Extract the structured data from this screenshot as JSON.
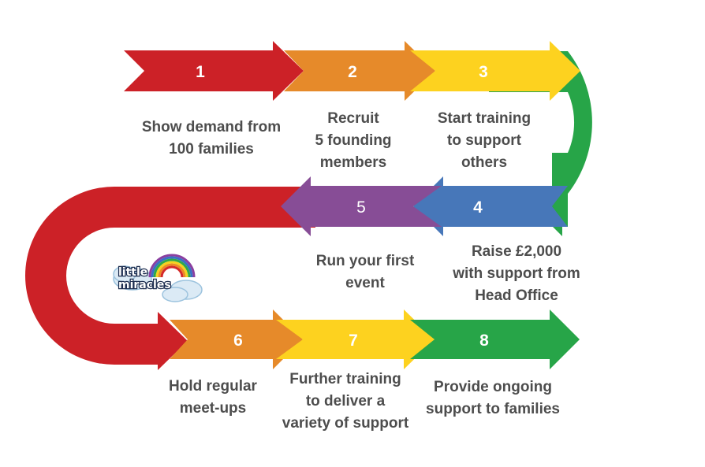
{
  "diagram": {
    "type": "roadmap",
    "colors": {
      "red": "#cc2127",
      "orange": "#e68a2a",
      "yellow": "#fdd21f",
      "green": "#27a548",
      "blue": "#4777b9",
      "purple": "#874d96",
      "text": "#4d4d4d",
      "number": "#ffffff"
    },
    "steps": [
      {
        "number": "1",
        "color": "#cc2127",
        "lines": [
          "Show demand from",
          "100 families"
        ]
      },
      {
        "number": "2",
        "color": "#e68a2a",
        "lines": [
          "Recruit",
          "5 founding",
          "members"
        ]
      },
      {
        "number": "3",
        "color": "#fdd21f",
        "lines": [
          "Start training",
          "to support",
          "others"
        ]
      },
      {
        "number": "4",
        "color": "#4777b9",
        "lines": [
          "Raise £2,000",
          "with support from",
          "Head Office"
        ]
      },
      {
        "number": "5",
        "color": "#874d96",
        "lines": [
          "Run your first",
          "event"
        ]
      },
      {
        "number": "6",
        "color": "#e68a2a",
        "lines": [
          "Hold regular",
          "meet-ups"
        ]
      },
      {
        "number": "7",
        "color": "#fdd21f",
        "lines": [
          "Further training",
          "to deliver a",
          "variety of support"
        ]
      },
      {
        "number": "8",
        "color": "#27a548",
        "lines": [
          "Provide ongoing",
          "support to families"
        ]
      }
    ],
    "connectors": [
      {
        "name": "right-u-turn",
        "color": "#27a548",
        "from_step": "3",
        "to_step": "4"
      },
      {
        "name": "left-u-turn",
        "color": "#cc2127",
        "from_step": "5",
        "to_step": "6"
      }
    ],
    "logo": {
      "line1": "little",
      "line2": "miracles",
      "icon": "rainbow-cloud-icon"
    }
  }
}
